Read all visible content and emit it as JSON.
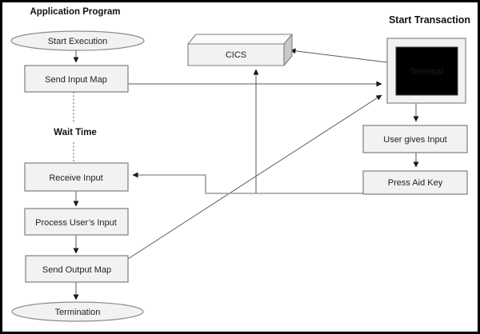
{
  "titles": {
    "left": "Application Program",
    "right": "Start Transaction"
  },
  "labels": {
    "wait_time": "Wait Time"
  },
  "nodes": {
    "start_execution": "Start Execution",
    "send_input_map": "Send Input Map",
    "receive_input": "Receive Input",
    "process_users_input": "Process User’s Input",
    "send_output_map": "Send Output Map",
    "termination": "Termination",
    "cics": "CICS",
    "terminal": "Terminal",
    "user_gives_input": "User gives Input",
    "press_aid_key": "Press Aid Key"
  },
  "colors": {
    "background": "#ffffff",
    "frame_border": "#000000",
    "node_fill": "#f2f2f2",
    "node_stroke": "#7f7f7f",
    "cics_top_fill": "#fbfbfb",
    "cics_side_fill": "#c9c9c9",
    "terminal_screen_fill": "#000000",
    "terminal_text": "#ffffff",
    "connector": "#595959"
  }
}
